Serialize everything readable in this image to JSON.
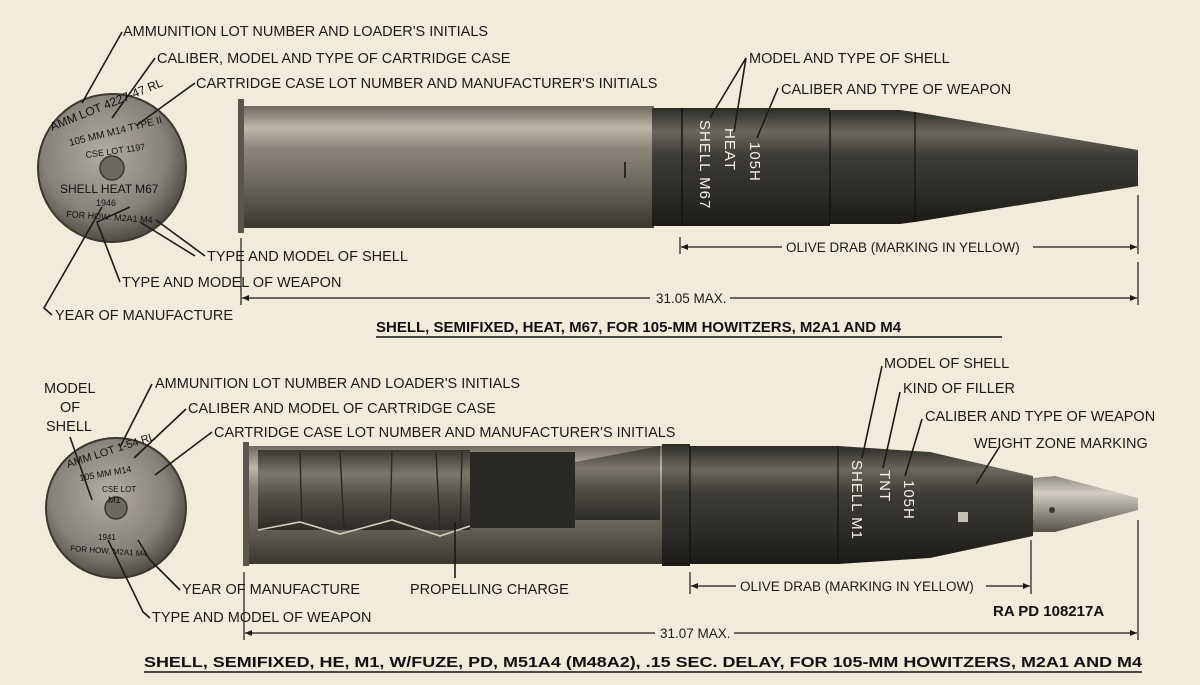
{
  "top": {
    "base_labels": {
      "ammo_lot": "AMMUNITION LOT NUMBER AND LOADER'S INITIALS",
      "caliber_case": "CALIBER, MODEL AND TYPE OF CARTRIDGE CASE",
      "case_lot": "CARTRIDGE CASE LOT NUMBER AND MANUFACTURER'S INITIALS",
      "shell_type": "TYPE AND MODEL OF SHELL",
      "weapon_type": "TYPE AND MODEL OF WEAPON",
      "year": "YEAR OF MANUFACTURE"
    },
    "shell_labels": {
      "model_type": "MODEL AND TYPE OF SHELL",
      "caliber_weapon": "CALIBER AND TYPE OF WEAPON"
    },
    "base_stamp": {
      "line1": "AMM LOT 4227-47 RL",
      "line2": "105 MM M14 TYPE II",
      "line3": "CSE LOT 1197",
      "line4": "SHELL HEAT M67",
      "line5": "1946",
      "line6": "FOR HOW. M2A1 M4"
    },
    "shell_marking": [
      "105H",
      "HEAT",
      "SHELL M67"
    ],
    "olive_drab": "OLIVE DRAB (MARKING IN YELLOW)",
    "length": "31.05 MAX.",
    "caption": "SHELL, SEMIFIXED, HEAT, M67, FOR 105-MM HOWITZERS, M2A1 AND M4"
  },
  "bottom": {
    "base_labels": {
      "model_of_shell": [
        "MODEL",
        "OF",
        "SHELL"
      ],
      "ammo_lot": "AMMUNITION LOT NUMBER AND LOADER'S INITIALS",
      "caliber_case": "CALIBER AND MODEL OF CARTRIDGE CASE",
      "case_lot": "CARTRIDGE CASE LOT NUMBER AND MANUFACTURER'S INITIALS",
      "year": "YEAR OF MANUFACTURE",
      "weapon_type": "TYPE AND MODEL OF WEAPON"
    },
    "shell_labels": {
      "model_of_shell": "MODEL OF SHELL",
      "kind_of_filler": "KIND OF FILLER",
      "caliber_weapon": "CALIBER AND TYPE OF WEAPON",
      "weight_zone": "WEIGHT ZONE MARKING",
      "propelling_charge": "PROPELLING CHARGE"
    },
    "base_stamp": {
      "line1": "AMM LOT 1-54 RL",
      "line2": "105 MM M14",
      "line3": "CSE LOT",
      "line4": "M1",
      "line5": "1941",
      "line6": "FOR HOW. M2A1 M4"
    },
    "shell_marking": [
      "105H",
      "TNT",
      "SHELL M1"
    ],
    "olive_drab": "OLIVE DRAB (MARKING IN YELLOW)",
    "length": "31.07 MAX.",
    "ref": "RA PD 108217A",
    "caption": "SHELL, SEMIFIXED, HE, M1, W/FUZE, PD, M51A4 (M48A2), .15 SEC. DELAY, FOR 105-MM HOWITZERS, M2A1 AND M4"
  }
}
